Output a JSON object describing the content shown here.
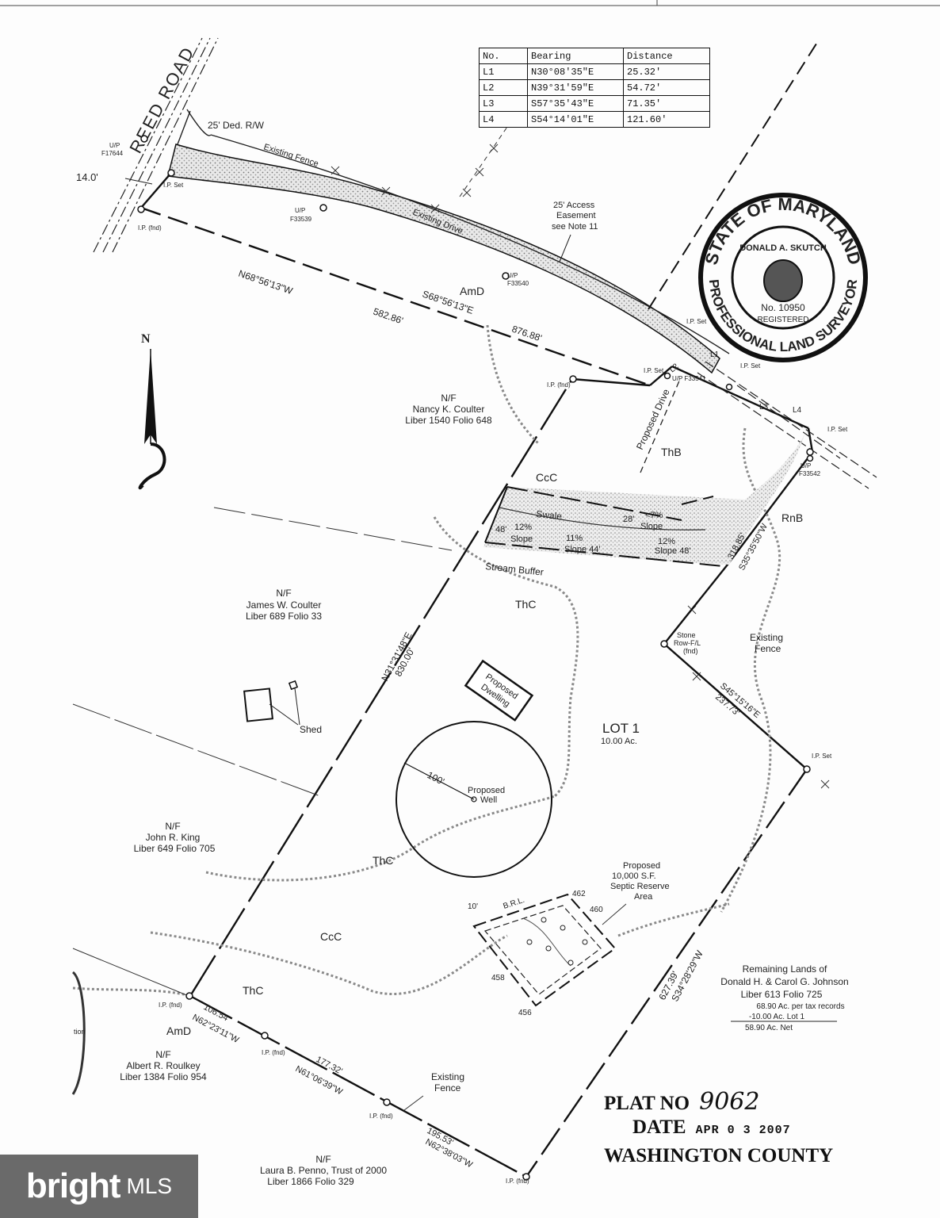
{
  "road": {
    "name": "REED ROAD"
  },
  "line_table": {
    "headers": [
      "No.",
      "Bearing",
      "Distance"
    ],
    "rows": [
      [
        "L1",
        "N30°08'35\"E",
        "25.32'"
      ],
      [
        "L2",
        "N39°31'59\"E",
        "54.72'"
      ],
      [
        "L3",
        "S57°35'43\"E",
        "71.35'"
      ],
      [
        "L4",
        "S54°14'01\"E",
        "121.60'"
      ]
    ]
  },
  "labels": {
    "row_dedication": "25' Ded. R/W",
    "existing_fence_top": "Existing Fence",
    "existing_drive": "Existing Drive",
    "access_easement_1": "25' Access",
    "access_easement_2": "Easement",
    "access_easement_3": "see Note 11",
    "frontage": "14.0'",
    "up_f17644_1": "U/P",
    "up_f17644_2": "F17644",
    "up_f33539_1": "U/P",
    "up_f33539_2": "F33539",
    "up_f33540_1": "U/P",
    "up_f33540_2": "F33540",
    "up_f33541": "U/P F33541",
    "up_f33542_1": "U/P",
    "up_f33542_2": "F33542",
    "ip_set": "I.P. Set",
    "ip_fnd": "I.P. (fnd)",
    "bearing_north_line": "N68°56'13\"W",
    "dist_north_line": "582.86'",
    "bearing_inner_line": "S68°56'13\"E",
    "dist_inner_line": "876.88'",
    "proposed_drive": "Proposed Drive",
    "l1": "L1",
    "l2": "L2",
    "l3": "L3",
    "l4": "L4",
    "soil_amd_top": "AmD",
    "soil_thb": "ThB",
    "soil_ccc_top": "CcC",
    "soil_rnb": "RnB",
    "soil_thc_1": "ThC",
    "soil_thc_2": "ThC",
    "soil_ccc_bottom": "CcC",
    "soil_thc_3": "ThC",
    "soil_amd_bottom": "AmD",
    "swale": "Swale",
    "slope_48_left": "48'",
    "slope_12_left": "12%",
    "slope_word_left": "Slope",
    "slope_11": "11%",
    "slope_44": "Slope 44'",
    "slope_28": "28'",
    "slope_7": "<7%",
    "slope_word_right": "Slope",
    "slope_12_right": "12%",
    "slope_48_right": "Slope 48'",
    "stream_buffer": "Stream Buffer",
    "west_bearing": "N31°31'48\"E",
    "west_dist": "830.00'",
    "east_bearing_top": "S35°35'50\"W",
    "east_dist_top": "318.85'",
    "stone_row_1": "Stone",
    "stone_row_2": "Row-F/L",
    "stone_row_3": "(fnd)",
    "existing_fence_east_1": "Existing",
    "existing_fence_east_2": "Fence",
    "east_bearing_mid": "S45°15'16\"E",
    "east_dist_mid": "237.73'",
    "proposed_dwelling_1": "Proposed",
    "proposed_dwelling_2": "Dwelling",
    "lot_name": "LOT 1",
    "lot_area": "10.00 Ac.",
    "well_radius": "100'",
    "proposed_well_1": "Proposed",
    "proposed_well_2": "Well",
    "shed": "Shed",
    "septic_1": "Proposed",
    "septic_2": "10,000 S.F.",
    "septic_3": "Septic Reserve",
    "septic_4": "Area",
    "brl": "B.R.L.",
    "brl_10": "10'",
    "contour_462": "462",
    "contour_460": "460",
    "contour_458": "458",
    "contour_456": "456",
    "south_east_dist": "627.39'",
    "south_east_bearing": "S34°28'29\"W",
    "sw_dist_1": "106.54'",
    "sw_bearing_1": "N62°23'11\"W",
    "sw_dist_2": "177.32'",
    "sw_bearing_2": "N61°06'39\"W",
    "sw_dist_3": "195.53'",
    "sw_bearing_3": "N62°38'03\"W",
    "existing_fence_south_1": "Existing",
    "existing_fence_south_2": "Fence",
    "cut_off_label": "tion"
  },
  "adjoiners": [
    {
      "nf": "N/F",
      "name": "Nancy K. Coulter",
      "deed": "Liber 1540 Folio 648"
    },
    {
      "nf": "N/F",
      "name": "James W. Coulter",
      "deed": "Liber 689 Folio 33"
    },
    {
      "nf": "N/F",
      "name": "John R. King",
      "deed": "Liber 649 Folio 705"
    },
    {
      "nf": "N/F",
      "name": "Albert R. Roulkey",
      "deed": "Liber 1384 Folio 954"
    },
    {
      "nf": "N/F",
      "name": "Laura B. Penno, Trust of 2000",
      "deed": "Liber 1866 Folio 329"
    }
  ],
  "remaining_lands": {
    "line1": "Remaining Lands of",
    "line2": "Donald H. & Carol G. Johnson",
    "line3": "Liber 613 Folio 725",
    "line4": "68.90 Ac. per tax records",
    "line5": "-10.00 Ac. Lot 1",
    "line6": "58.90 Ac. Net"
  },
  "seal": {
    "top_text": "STATE OF MARYLAND",
    "name": "DONALD A. SKUTCH",
    "number": "No. 10950",
    "registered": "REGISTERED",
    "bottom_text": "PROFESSIONAL LAND SURVEYOR"
  },
  "north_arrow": {
    "label": "N"
  },
  "plat_block": {
    "plat_label": "PLAT NO",
    "plat_number": "9062",
    "date_label": "DATE",
    "date_stamp": "APR 0 3 2007",
    "county": "WASHINGTON COUNTY"
  },
  "watermark": {
    "brand": "bright",
    "suffix": "MLS"
  }
}
